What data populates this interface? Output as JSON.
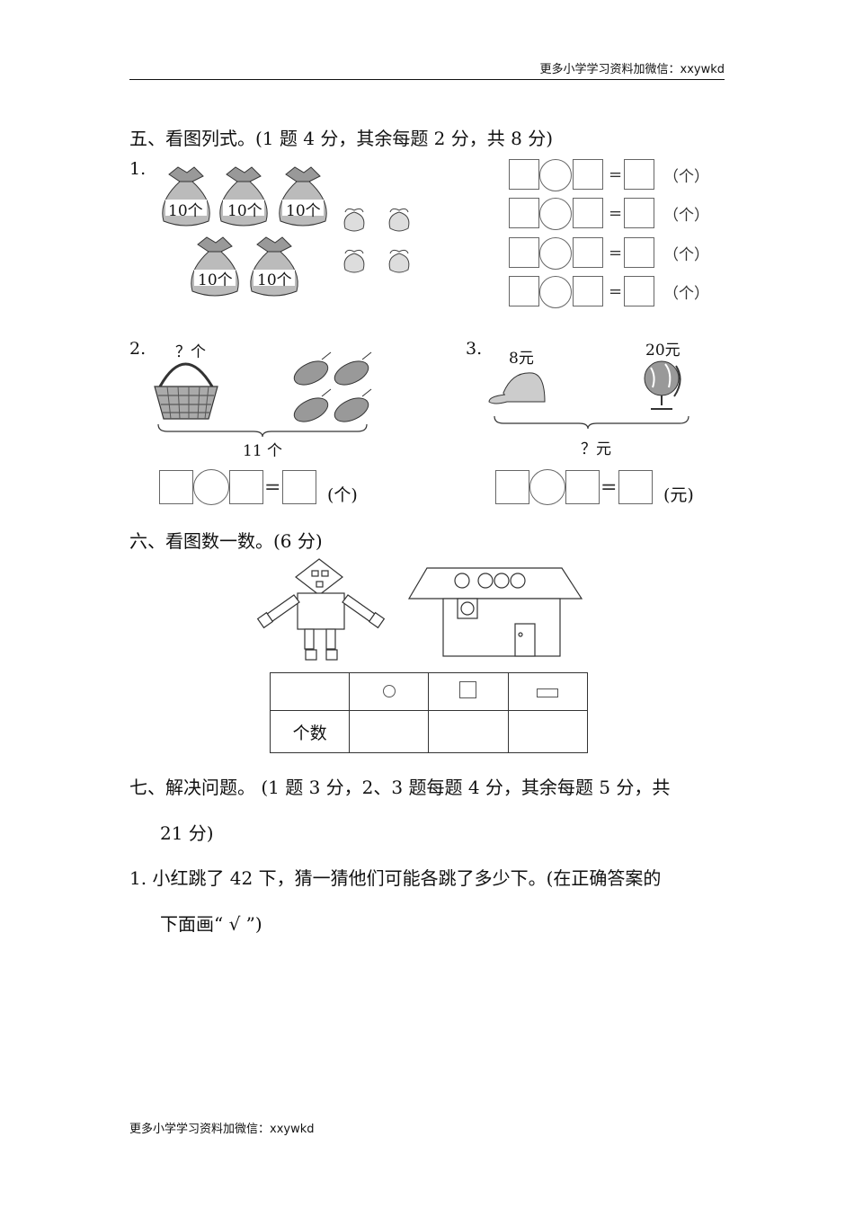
{
  "header": {
    "text": "更多小学学习资料加微信：xxywkd"
  },
  "footer": {
    "text": "更多小学学习资料加微信：xxywkd"
  },
  "section5": {
    "title": "五、看图列式。(1 题 4 分，其余每题 2 分，共 8 分)",
    "q1": {
      "number": "1.",
      "bag_label": "10个",
      "equals": "=",
      "unit": "（个）"
    },
    "q2": {
      "number": "2.",
      "question_label": "？个",
      "total_label": "11 个",
      "equals": "=",
      "unit": "(个)"
    },
    "q3": {
      "number": "3.",
      "cap_price": "8元",
      "globe_price": "20元",
      "total_label": "？元",
      "equals": "=",
      "unit": "(元)"
    }
  },
  "section6": {
    "title": "六、看图数一数。(6 分)",
    "table": {
      "row_label": "个数"
    }
  },
  "section7": {
    "title_line1": "七、解决问题。 (1 题 3 分，2、3 题每题 4 分，其余每题 5 分，共",
    "title_line2": "21 分)",
    "q1_line1": "1. 小红跳了 42 下，猜一猜他们可能各跳了多少下。(在正确答案的",
    "q1_line2": "下面画“ √ ”)"
  }
}
